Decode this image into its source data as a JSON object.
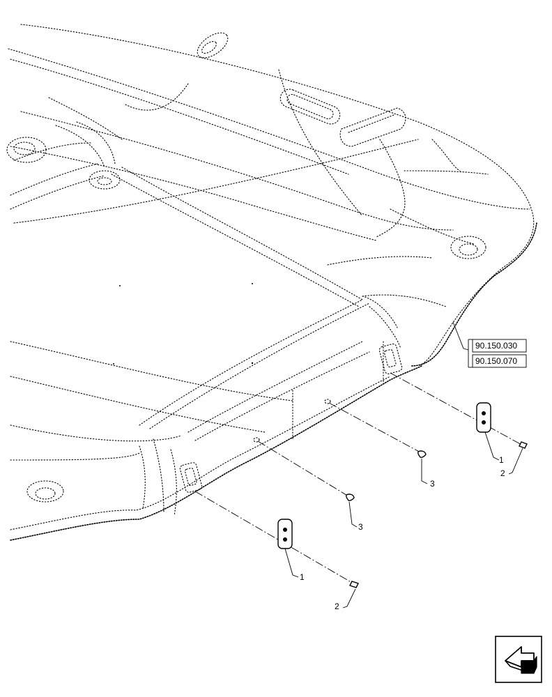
{
  "callouts": [
    {
      "id": "c1a",
      "text": "1"
    },
    {
      "id": "c2a",
      "text": "2"
    },
    {
      "id": "c3a",
      "text": "3"
    },
    {
      "id": "c3b",
      "text": "3"
    },
    {
      "id": "c1b",
      "text": "1"
    },
    {
      "id": "c2b",
      "text": "2"
    }
  ],
  "references": [
    "90.150.030",
    "90.150.070"
  ],
  "nav_icon": "navigate-arrow-icon"
}
